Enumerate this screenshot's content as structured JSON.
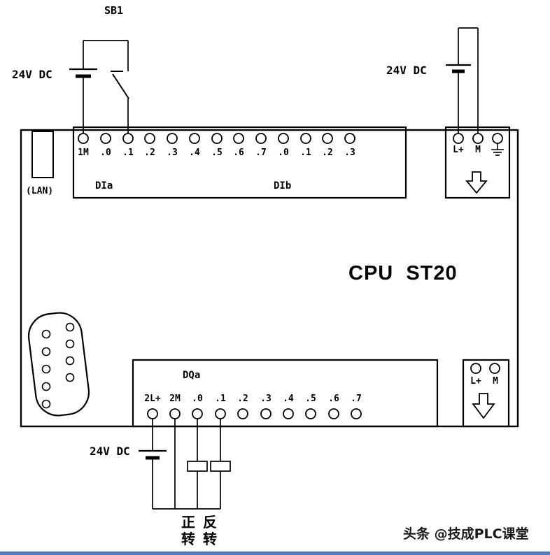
{
  "cpu": {
    "title": "CPU  ST20",
    "lan": "(LAN)"
  },
  "input_circuit": {
    "button": "SB1",
    "supply": "24V DC"
  },
  "power_circuit": {
    "supply": "24V DC"
  },
  "output_circuit": {
    "supply": "24V DC",
    "forward": "正转",
    "reverse": "反转"
  },
  "di_strip": {
    "group_a": "DIa",
    "group_b": "DIb",
    "terminals": [
      "1M",
      ".0",
      ".1",
      ".2",
      ".3",
      ".4",
      ".5",
      ".6",
      ".7",
      ".0",
      ".1",
      ".2",
      ".3"
    ]
  },
  "dq_strip": {
    "group": "DQa",
    "terminals": [
      "2L+",
      "2M",
      ".0",
      ".1",
      ".2",
      ".3",
      ".4",
      ".5",
      ".6",
      ".7"
    ]
  },
  "power_terminals": {
    "l_plus": "L+",
    "m": "M"
  },
  "output_power_terminals": {
    "l_plus": "L+",
    "m": "M"
  },
  "watermark": "头条 @技成PLC课堂"
}
